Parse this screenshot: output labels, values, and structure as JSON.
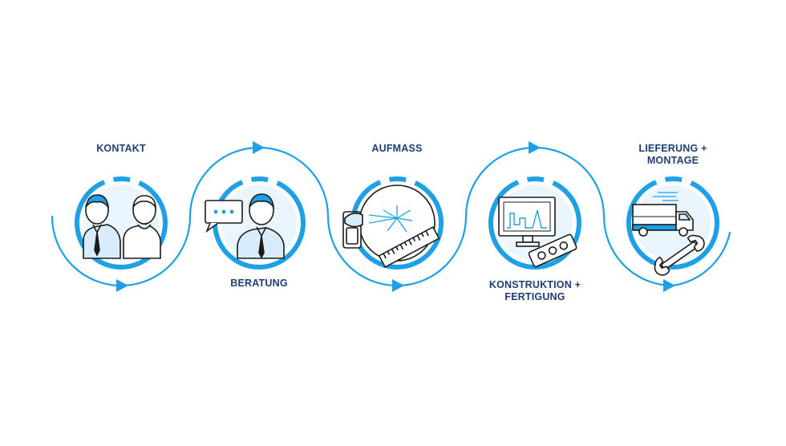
{
  "colors": {
    "accent": "#1ea0e6",
    "stroke": "#1b1b1b",
    "label": "#1f3f73",
    "fill_light": "#d9ecfb"
  },
  "steps": [
    {
      "title_lines": [
        "KONTAKT"
      ],
      "icon": "two-people-icon"
    },
    {
      "title_lines": [
        "BERATUNG"
      ],
      "icon": "consultant-speech-bubble-icon"
    },
    {
      "title_lines": [
        "AUFMASS"
      ],
      "icon": "laser-measure-ruler-icon"
    },
    {
      "title_lines": [
        "KONSTRUKTION +",
        "FERTIGUNG"
      ],
      "icon": "computer-monitor-icon"
    },
    {
      "title_lines": [
        "LIEFERUNG +",
        "MONTAGE"
      ],
      "icon": "truck-wrench-icon"
    }
  ]
}
